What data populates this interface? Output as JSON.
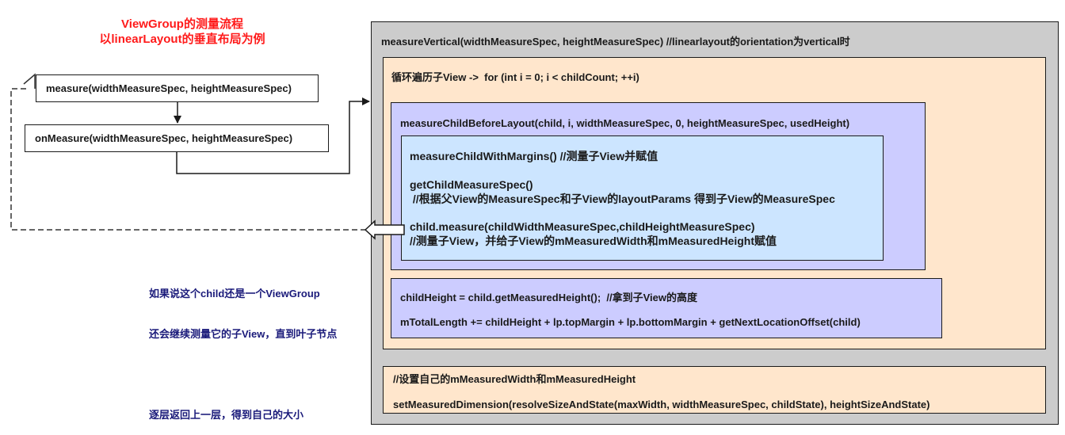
{
  "title": {
    "line1": "ViewGroup的测量流程",
    "line2": "以linearLayout的垂直布局为例"
  },
  "left": {
    "measure": "measure(widthMeasureSpec,  heightMeasureSpec)",
    "on_measure": "onMeasure(widthMeasureSpec, heightMeasureSpec)"
  },
  "note": {
    "line1": "如果说这个child还是一个ViewGroup",
    "line2": "还会继续测量它的子View，直到叶子节点",
    "line3": "逐层返回上一层，得到自己的大小"
  },
  "measure_vertical": {
    "header": "measureVertical(widthMeasureSpec, heightMeasureSpec) //linearlayout的orientation为vertical时"
  },
  "loop": {
    "header": "循环遍历子View ->  for (int i = 0; i < childCount; ++i)"
  },
  "before_layout": {
    "header": "measureChildBeforeLayout(child, i, widthMeasureSpec, 0, heightMeasureSpec, usedHeight)"
  },
  "with_margins": {
    "line1": "measureChildWithMargins() //测量子View并赋值",
    "line2": "getChildMeasureSpec()",
    "line3": " //根据父View的MeasureSpec和子View的layoutParams 得到子View的MeasureSpec",
    "line4": "child.measure(childWidthMeasureSpec,childHeightMeasureSpec)",
    "line5": "//测量子View，并给子View的mMeasuredWidth和mMeasuredHeight赋值"
  },
  "child_height": {
    "line1": "childHeight = child.getMeasuredHeight();  //拿到子View的高度",
    "line2": "mTotalLength += childHeight + lp.topMargin + lp.bottomMargin + getNextLocationOffset(child)"
  },
  "set_dimension": {
    "line1": "//设置自己的mMeasuredWidth和mMeasuredHeight",
    "line2": "setMeasuredDimension(resolveSizeAndState(maxWidth, widthMeasureSpec, childState), heightSizeAndState)"
  },
  "colors": {
    "title": "#ff1a1a",
    "note": "#1a1a7a",
    "outer_gray": "#cccccc",
    "peach": "#ffe6cc",
    "lavender": "#ccccff",
    "light_blue": "#cce5ff"
  }
}
